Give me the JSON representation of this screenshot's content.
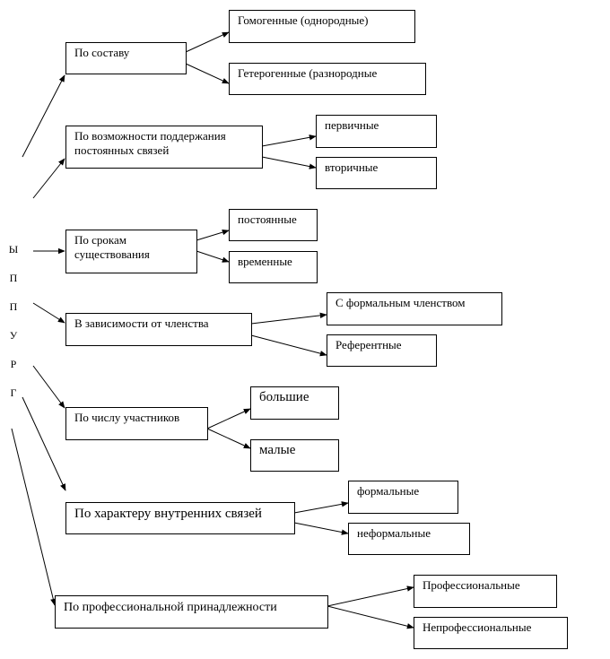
{
  "root_label_letters": [
    "Ы",
    "П",
    "П",
    "У",
    "Р",
    "Г"
  ],
  "categories": [
    {
      "label": "По составу",
      "children": [
        "Гомогенные (однородные)",
        "Гетерогенные (разнородные"
      ]
    },
    {
      "label": "По возможности поддержания\nпостоянных связей",
      "children": [
        "первичные",
        "вторичные"
      ]
    },
    {
      "label": "По срокам\nсуществования",
      "children": [
        "постоянные",
        "временные"
      ]
    },
    {
      "label": "В зависимости от членства",
      "children": [
        "С формальным членством",
        "Референтные"
      ]
    },
    {
      "label": "По числу участников",
      "children": [
        "большие",
        "малые"
      ]
    },
    {
      "label": "По характеру внутренних связей",
      "children": [
        "формальные",
        "неформальные"
      ]
    },
    {
      "label": "По профессиональной принадлежности",
      "children": [
        "Профессиональные",
        "Непрофессиональные"
      ]
    }
  ]
}
